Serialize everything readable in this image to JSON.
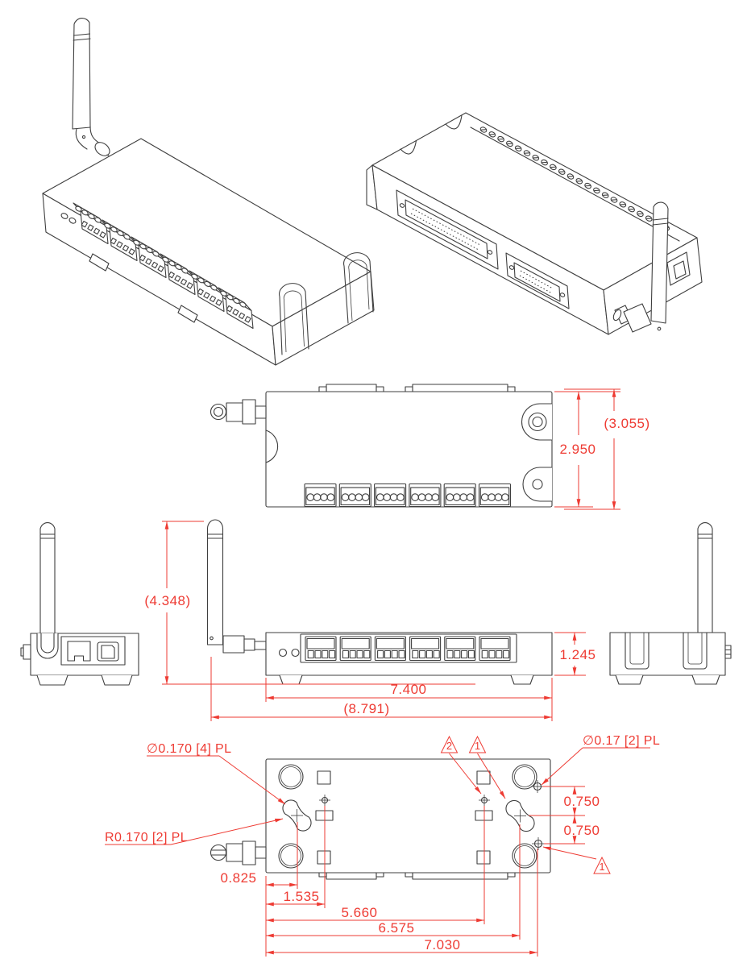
{
  "drawing": {
    "colors": {
      "dimension_red": "#ee3b33",
      "line_dark": "#3f3f3f",
      "background": "#ffffff"
    },
    "top_view": {
      "dim_overall_depth": "(3.055)",
      "dim_body_depth": "2.950"
    },
    "front_view": {
      "dim_overall_height": "(4.348)",
      "dim_body_height": "1.245",
      "dim_body_width": "7.400",
      "dim_overall_width": "(8.791)"
    },
    "bottom_view": {
      "note_mount_holes": "∅0.170 [4] PL",
      "note_keyhole_radius": "R0.170 [2] PL",
      "note_pilot_holes": "∅0.17 [2] PL",
      "flag_top_a": "2",
      "flag_top_b": "1",
      "flag_bottom": "1",
      "dim_hole_offset_upper": "0.750",
      "dim_hole_offset_lower": "0.750",
      "dim_keyhole_x": "0.825",
      "dim_square_x": "1.535",
      "dim_hole_far_x": "5.660",
      "dim_keyhole_far_x": "6.575",
      "dim_pilot_far_x": "7.030"
    }
  }
}
